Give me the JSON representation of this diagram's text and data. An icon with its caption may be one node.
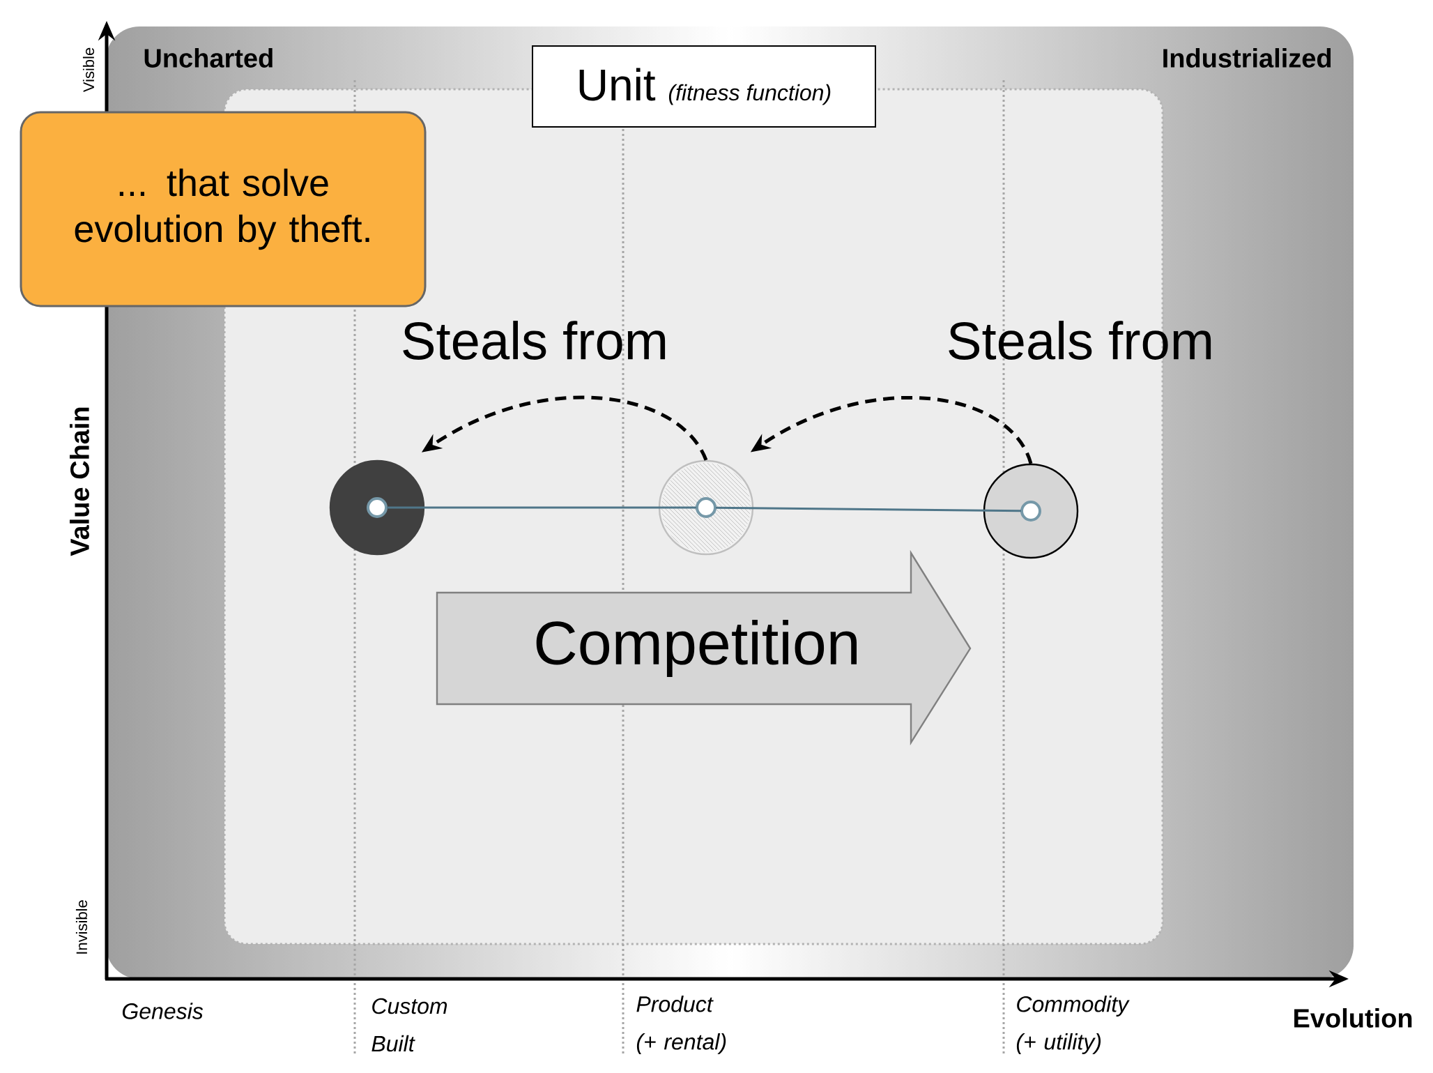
{
  "diagram": {
    "nodes": [
      {
        "text": [],
        "shape": "circle"
      },
      {
        "text": [],
        "shape": "circle"
      },
      {
        "text": [],
        "shape": "circle"
      },
      {
        "text": [
          "Unit",
          "(fitness function)"
        ]
      },
      {
        "text": [
          "... that solve evolution by theft."
        ]
      },
      {
        "text": [
          "Competition"
        ]
      }
    ],
    "edges": [
      {
        "from": 0,
        "to": 1,
        "arrow": "none",
        "color": "#4f7689"
      },
      {
        "from": 1,
        "to": 2,
        "arrow": "none",
        "color": "#4f7689"
      },
      {
        "from": 1,
        "to": 0,
        "arrow": "to",
        "style": "dashed",
        "color": "#000000",
        "label": "Steals from"
      },
      {
        "from": 2,
        "to": 1,
        "arrow": "to",
        "style": "dashed",
        "color": "#000000",
        "label": "Steals from"
      }
    ],
    "labels": [
      "Uncharted",
      "Industrialized",
      "Visible",
      "Value Chain",
      "Invisible",
      "Genesis",
      "Custom Built",
      "Product (+ rental)",
      "Commodity (+ utility)",
      "Evolution"
    ]
  }
}
